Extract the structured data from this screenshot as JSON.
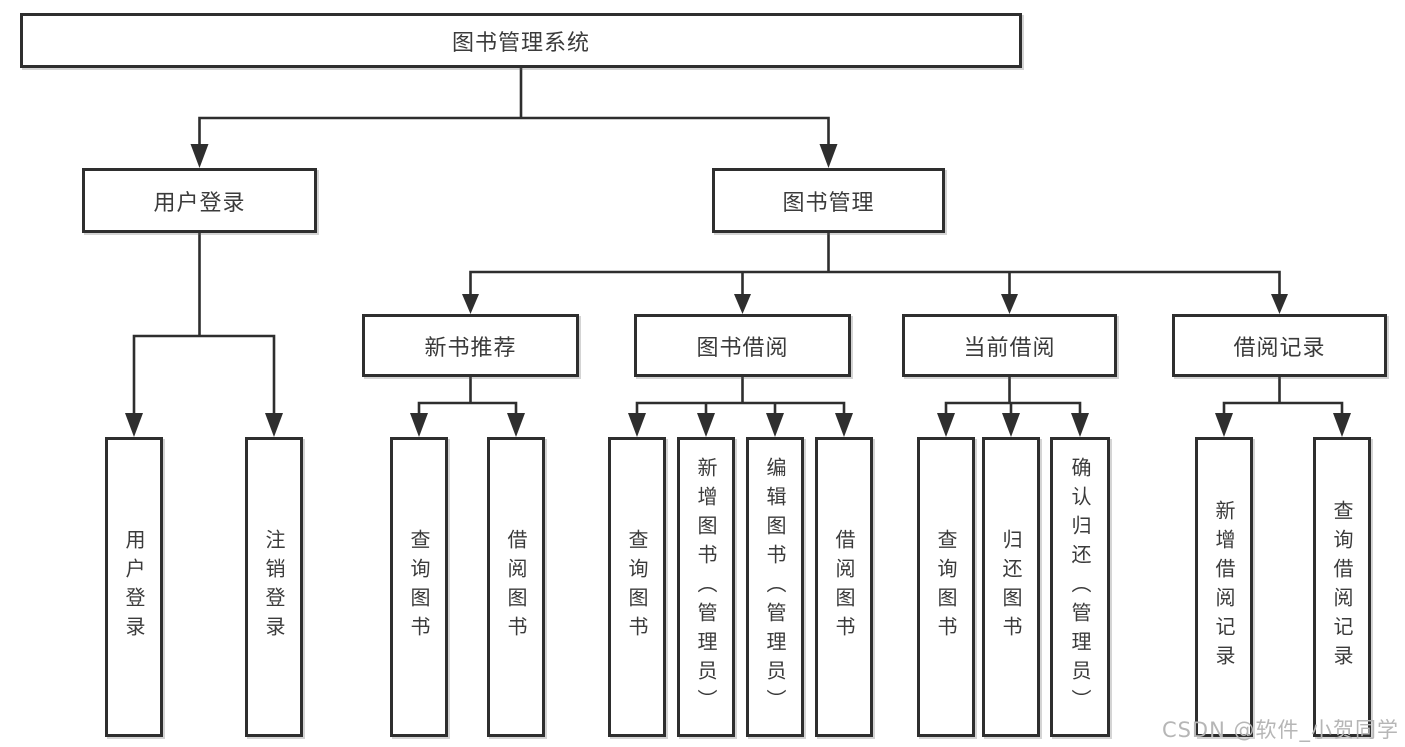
{
  "colors": {
    "line": "#2e2e2e",
    "text": "#3b3b3b",
    "watermark": "#b6b6b6",
    "bg": "#ffffff"
  },
  "root": {
    "label": "图书管理系统"
  },
  "level2": [
    {
      "label": "用户登录"
    },
    {
      "label": "图书管理"
    }
  ],
  "level3": [
    {
      "label": "新书推荐"
    },
    {
      "label": "图书借阅"
    },
    {
      "label": "当前借阅"
    },
    {
      "label": "借阅记录"
    }
  ],
  "leaves": {
    "user_login": [
      "用户登录",
      "注销登录"
    ],
    "new_book_recommend": [
      "查询图书",
      "借阅图书"
    ],
    "book_borrow": [
      "查询图书",
      "新增图书（管理员）",
      "编辑图书（管理员）",
      "借阅图书"
    ],
    "current_borrow": [
      "查询图书",
      "归还图书",
      "确认归还（管理员）"
    ],
    "borrow_records": [
      "新增借阅记录",
      "查询借阅记录"
    ]
  },
  "watermark": "CSDN @软件_小贺同学"
}
